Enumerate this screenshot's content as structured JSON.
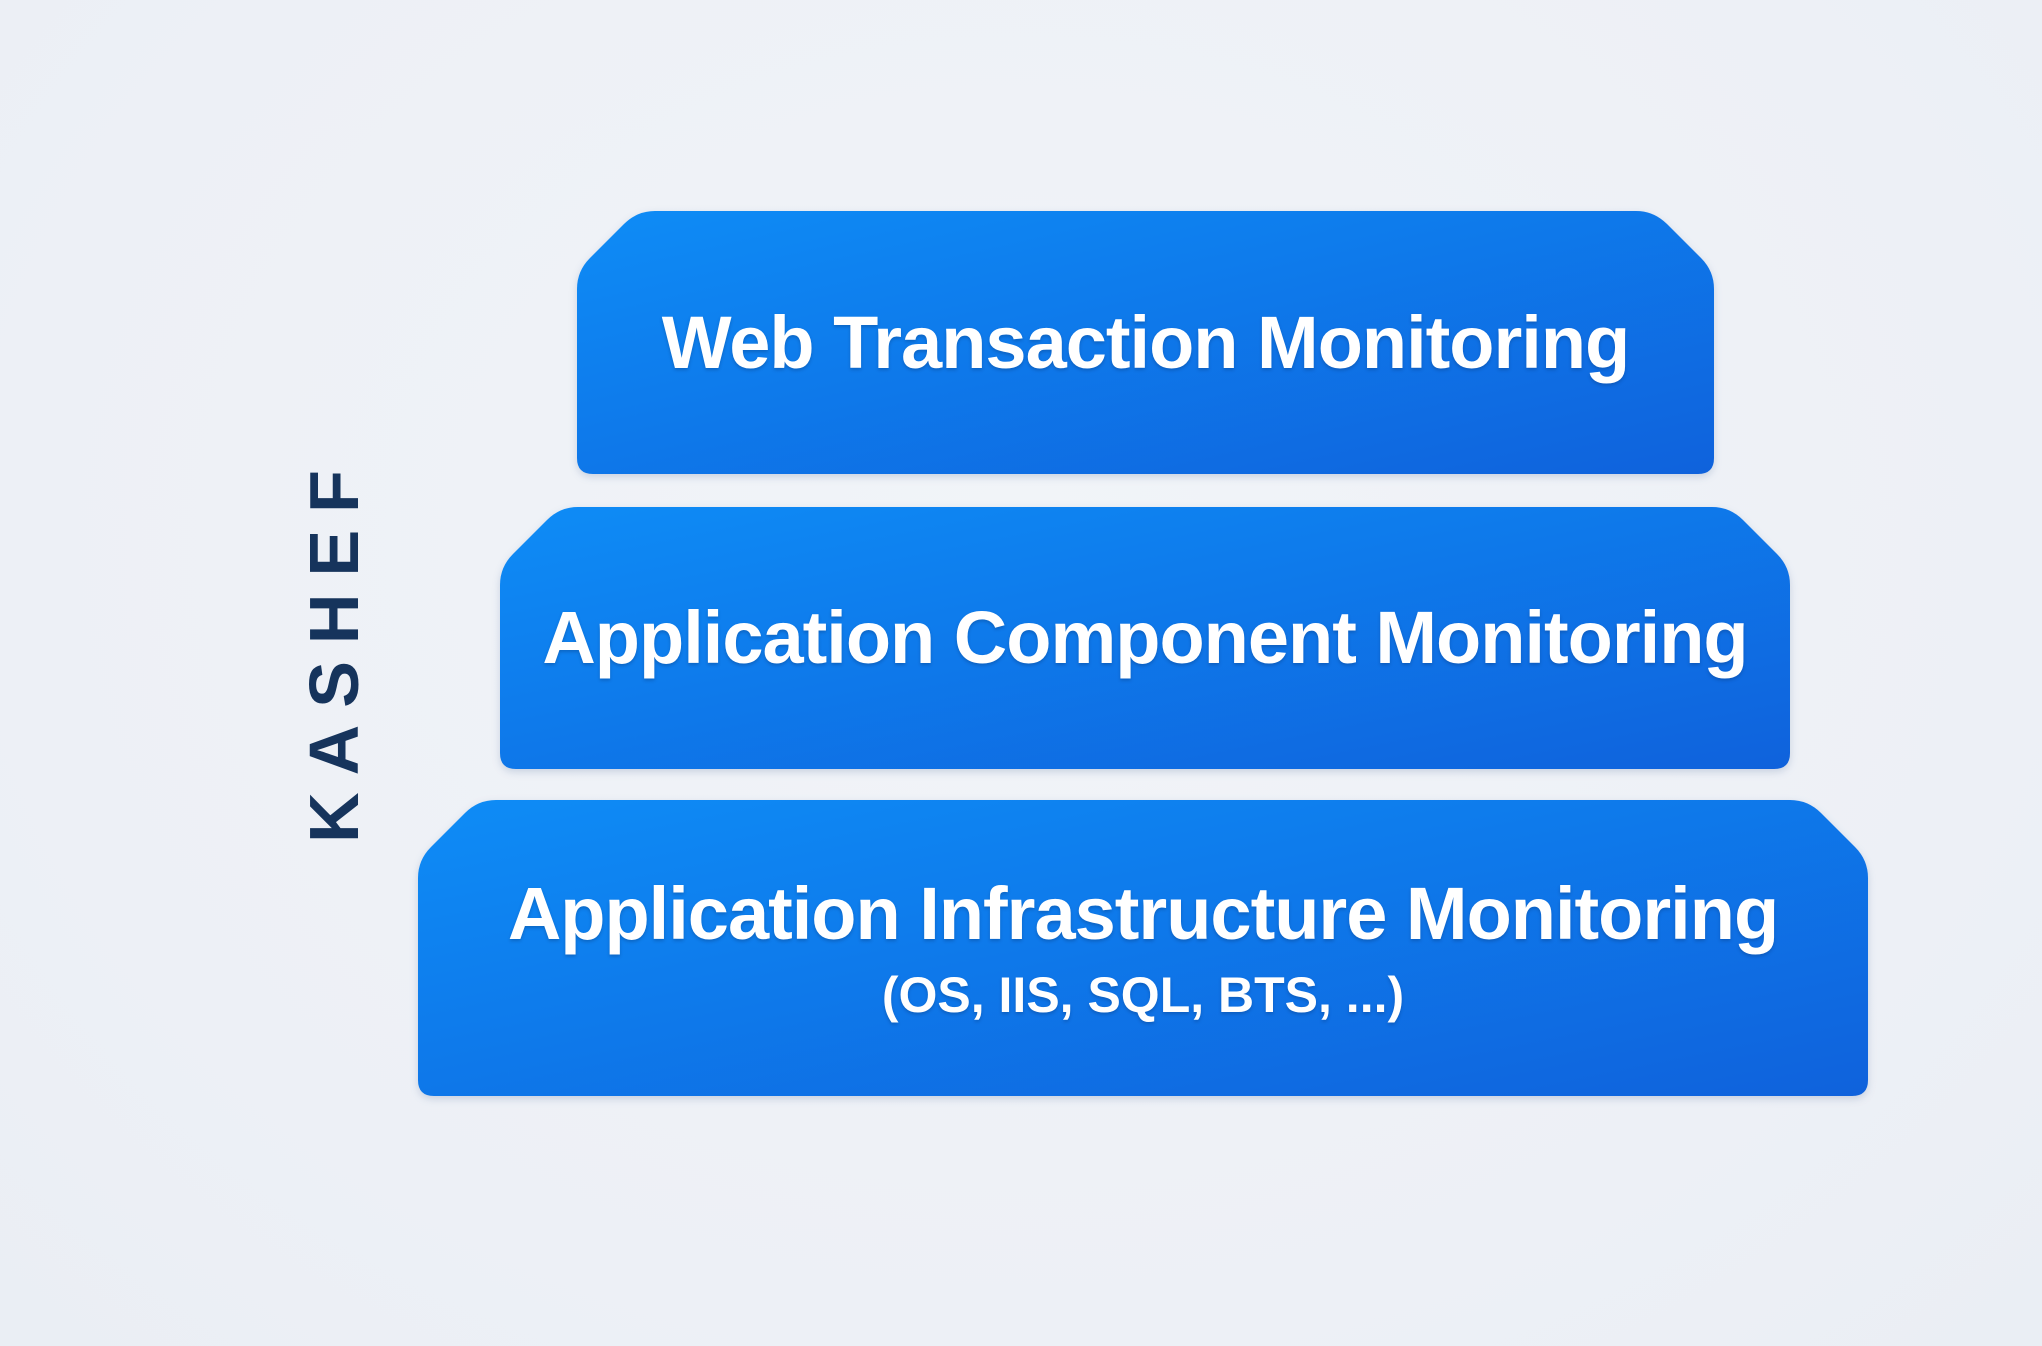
{
  "brand": {
    "label": "KASHEF"
  },
  "colors": {
    "background": "#edf0f6",
    "background_light": "#f1f4f8",
    "brand_text": "#16345c",
    "layer_gradient_start": "#0e8cf6",
    "layer_gradient_end": "#0f62dc",
    "layer_text": "#ffffff"
  },
  "diagram": {
    "layers": [
      {
        "title": "Web Transaction Monitoring"
      },
      {
        "title": "Application Component Monitoring"
      },
      {
        "title": "Application Infrastructure Monitoring",
        "subtitle": "(OS, IIS, SQL, BTS, ...)"
      }
    ]
  }
}
